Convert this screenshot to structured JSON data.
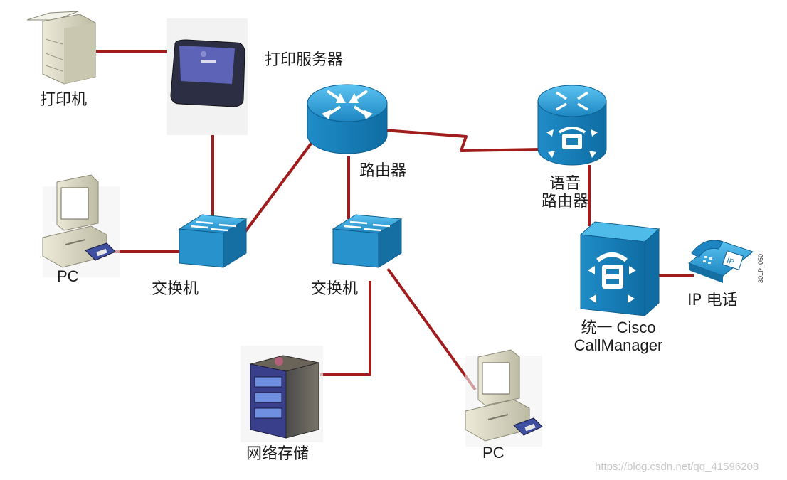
{
  "colors": {
    "link": "#a11d1d",
    "device_blue": "#2c9fd6",
    "device_blue_dark": "#1a7fb5",
    "label_text": "#1a1a1a"
  },
  "nodes": {
    "printer": {
      "label": "打印机",
      "icon": "printer-icon"
    },
    "print_server": {
      "label": "打印服务器",
      "icon": "print-server-icon"
    },
    "router": {
      "label": "路由器",
      "icon": "router-icon"
    },
    "voice_router": {
      "label_line1": "语音",
      "label_line2": "路由器",
      "icon": "voice-router-icon"
    },
    "pc_left": {
      "label": "PC",
      "icon": "pc-icon"
    },
    "switch_left": {
      "label": "交换机",
      "icon": "switch-icon"
    },
    "switch_center": {
      "label": "交换机",
      "icon": "switch-icon"
    },
    "callmanager": {
      "label_line1": "统一 Cisco",
      "label_line2": "CallManager",
      "icon": "callmanager-icon"
    },
    "ip_phone": {
      "label": "IP 电话",
      "icon": "ip-phone-icon"
    },
    "storage": {
      "label": "网络存储",
      "icon": "storage-icon"
    },
    "pc_bottom": {
      "label": "PC",
      "icon": "pc-icon"
    }
  },
  "figure_code": "301P_050",
  "watermark": "https://blog.csdn.net/qq_41596208"
}
